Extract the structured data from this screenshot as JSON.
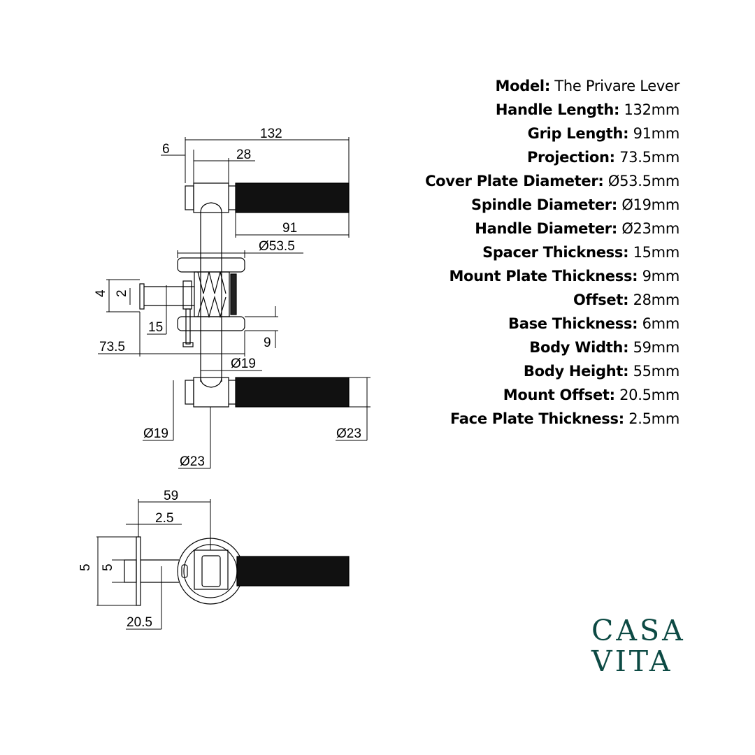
{
  "specs": [
    {
      "label": "Model:",
      "value": " The Privare Lever"
    },
    {
      "label": "Handle Length:",
      "value": " 132mm"
    },
    {
      "label": "Grip Length:",
      "value": " 91mm"
    },
    {
      "label": "Projection:",
      "value": " 73.5mm"
    },
    {
      "label": "Cover Plate Diameter:",
      "value": " Ø53.5mm"
    },
    {
      "label": "Spindle Diameter:",
      "value": " Ø19mm"
    },
    {
      "label": "Handle Diameter:",
      "value": " Ø23mm"
    },
    {
      "label": "Spacer Thickness:",
      "value": " 15mm"
    },
    {
      "label": "Mount Plate Thickness:",
      "value": " 9mm"
    },
    {
      "label": "Offset:",
      "value": " 28mm"
    },
    {
      "label": "Base Thickness:",
      "value": " 6mm"
    },
    {
      "label": "Body Width:",
      "value": " 59mm"
    },
    {
      "label": "Body Height:",
      "value": " 55mm"
    },
    {
      "label": "Mount Offset:",
      "value": " 20.5mm"
    },
    {
      "label": "Face Plate Thickness:",
      "value": " 2.5mm"
    }
  ],
  "drawing": {
    "dim_132": "132",
    "dim_6": "6",
    "dim_28": "28",
    "dim_91": "91",
    "dim_53_5": "Ø53.5",
    "dim_4": "4",
    "dim_2": "2",
    "dim_15": "15",
    "dim_9": "9",
    "dim_73_5": "73.5",
    "dim_19_spindle": "Ø19",
    "dim_19_left": "Ø19",
    "dim_23_right": "Ø23",
    "dim_23_bottom": "Ø23",
    "dim_59": "59",
    "dim_2_5": "2.5",
    "dim_5_outer": "5",
    "dim_5_inner": "5",
    "dim_20_5": "20.5"
  },
  "logo": {
    "line1": "CASA",
    "line2": "VITA",
    "color": "#0d4a44"
  }
}
